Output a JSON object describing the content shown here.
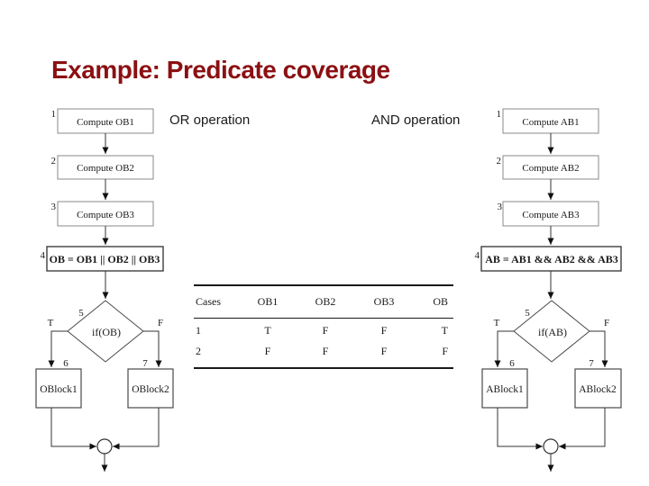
{
  "slide": {
    "title": "Example: Predicate coverage",
    "title_color": "#8B1013",
    "background": "#FFFFFF"
  },
  "or_chart": {
    "heading": "OR operation",
    "steps": [
      {
        "num": "1",
        "label": "Compute OB1"
      },
      {
        "num": "2",
        "label": "Compute OB2"
      },
      {
        "num": "3",
        "label": "Compute OB3"
      },
      {
        "num": "4",
        "label": "OB = OB1 || OB2 || OB3"
      }
    ],
    "decision": {
      "num": "5",
      "label": "if(OB)",
      "true_label": "T",
      "false_label": "F"
    },
    "true_branch": {
      "num": "6",
      "label": "OBlock1"
    },
    "false_branch": {
      "num": "7",
      "label": "OBlock2"
    }
  },
  "and_chart": {
    "heading": "AND operation",
    "steps": [
      {
        "num": "1",
        "label": "Compute AB1"
      },
      {
        "num": "2",
        "label": "Compute AB2"
      },
      {
        "num": "3",
        "label": "Compute AB3"
      },
      {
        "num": "4",
        "label": "AB = AB1 && AB2 && AB3"
      }
    ],
    "decision": {
      "num": "5",
      "label": "if(AB)",
      "true_label": "T",
      "false_label": "F"
    },
    "true_branch": {
      "num": "6",
      "label": "ABlock1"
    },
    "false_branch": {
      "num": "7",
      "label": "ABlock2"
    }
  },
  "truth_table": {
    "headers": [
      "Cases",
      "OB1",
      "OB2",
      "OB3",
      "OB"
    ],
    "rows": [
      [
        "1",
        "T",
        "F",
        "F",
        "T"
      ],
      [
        "2",
        "F",
        "F",
        "F",
        "F"
      ]
    ]
  }
}
